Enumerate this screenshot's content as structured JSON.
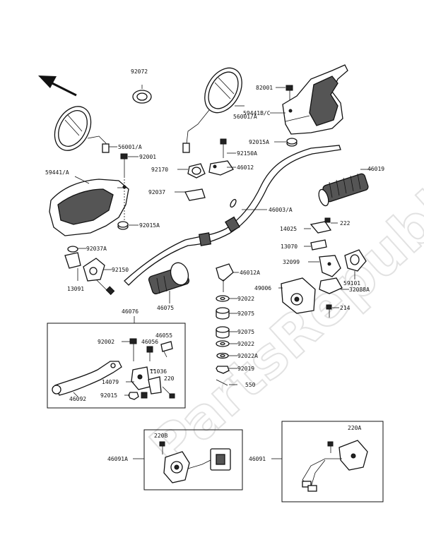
{
  "watermark": "PartsRepublik",
  "labels": {
    "p92072": "92072",
    "p56001a_l": "56001/A",
    "p56001a_r": "56001/A",
    "p82001": "82001",
    "p59441bc": "59441B/C",
    "p92015a_t": "92015A",
    "p92001": "92001",
    "p92150a": "92150A",
    "p92170": "92170",
    "p46012": "46012",
    "p46019": "46019",
    "p59441a": "59441/A",
    "p92037": "92037",
    "p46003a": "46003/A",
    "p92015a_l": "92015A",
    "p14025": "14025",
    "p222": "222",
    "p92037a": "92037A",
    "p13070": "13070",
    "p92150": "92150",
    "p32099": "32099",
    "p13091": "13091",
    "p46012a": "46012A",
    "p59101": "59101",
    "p49006": "49006",
    "p32088a": "32088A",
    "p92022": "92022",
    "p46075": "46075",
    "p214": "214",
    "p92075_a": "92075",
    "p46076": "46076",
    "p46055": "46055",
    "p92075_b": "92075",
    "p92002": "92002",
    "p46056": "46056",
    "p92022_b": "92022",
    "p92022a": "92022A",
    "p11036": "11036",
    "p92019": "92019",
    "p14079": "14079",
    "p220": "220",
    "p550": "550",
    "p92015": "92015",
    "p46092": "46092",
    "p220b": "220B",
    "p220a": "220A",
    "p46091a": "46091A",
    "p46091": "46091"
  }
}
